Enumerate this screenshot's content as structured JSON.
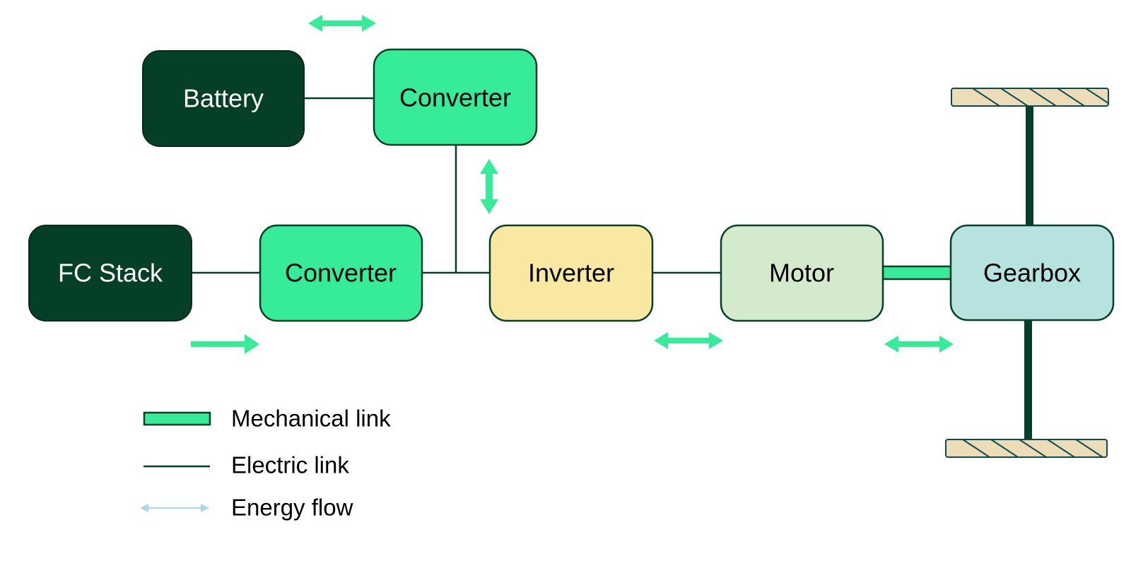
{
  "blocks": {
    "battery": "Battery",
    "converter_top": "Converter",
    "fc_stack": "FC Stack",
    "converter_bottom": "Converter",
    "inverter": "Inverter",
    "motor": "Motor",
    "gearbox": "Gearbox"
  },
  "legend": {
    "mechanical_link": "Mechanical link",
    "electric_link": "Electric link",
    "energy_flow": "Energy flow"
  },
  "colors": {
    "dark_block": "#053f27",
    "converter": "#36ec99",
    "inverter": "#f8e8a2",
    "motor": "#d4eacd",
    "gearbox": "#b6e3df",
    "arrow": "#36ec99",
    "wheel": "#ecdcb8",
    "legend_arrow": "#a8d8ee"
  },
  "icons": {
    "energy_flow": "double-headed-arrow",
    "wheel": "hatched-wheel"
  }
}
